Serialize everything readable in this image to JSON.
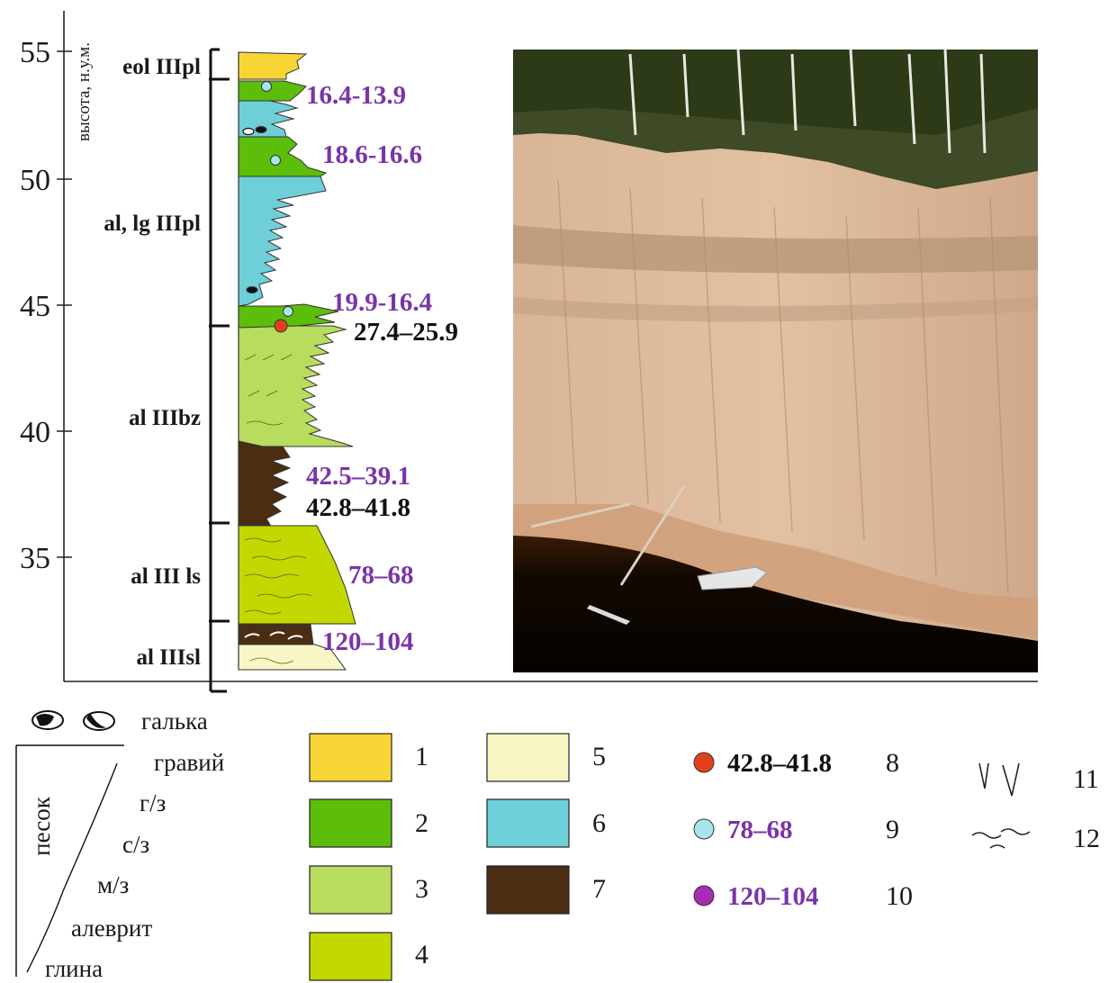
{
  "figure": {
    "y_axis": {
      "unit": "высота, н.у.м.",
      "ticks": [
        "55",
        "50",
        "45",
        "40",
        "35"
      ]
    },
    "units": [
      {
        "label": "eol IIIpl"
      },
      {
        "label": "al, lg IIIpl"
      },
      {
        "label": "al IIIbz"
      },
      {
        "label": "al III ls"
      },
      {
        "label": "al IIIsl"
      }
    ],
    "ages": [
      {
        "text": "16.4-13.9",
        "color": "purple"
      },
      {
        "text": "18.6-16.6",
        "color": "purple"
      },
      {
        "text": "19.9-16.4",
        "color": "purple"
      },
      {
        "text": "27.4–25.9",
        "color": "black"
      },
      {
        "text": "42.5–39.1",
        "color": "purple"
      },
      {
        "text": "42.8–41.8",
        "color": "black"
      },
      {
        "text": "78–68",
        "color": "purple"
      },
      {
        "text": "120–104",
        "color": "purple"
      }
    ],
    "grain_scale": {
      "top": "галька",
      "axis_label": "песок",
      "items": [
        "гравий",
        "г/з",
        "с/з",
        "м/з",
        "алеврит",
        "глина"
      ]
    },
    "legend": {
      "swatches": [
        {
          "num": "1",
          "color": "#f7d534"
        },
        {
          "num": "2",
          "color": "#5cbd0a"
        },
        {
          "num": "3",
          "color": "#b7dc5e"
        },
        {
          "num": "4",
          "color": "#c2d800"
        },
        {
          "num": "5",
          "color": "#f9f6c6"
        },
        {
          "num": "6",
          "color": "#6fcfd8"
        },
        {
          "num": "7",
          "color": "#4a2d12"
        }
      ],
      "markers": [
        {
          "num": "8",
          "label": "42.8–41.8",
          "color": "#e2401d"
        },
        {
          "num": "9",
          "label": "78–68",
          "color": "#a8e6ea"
        },
        {
          "num": "10",
          "label": "120–104",
          "color": "#a72bb3"
        }
      ],
      "symbols": [
        {
          "num": "11",
          "icon": "root-trace-icon"
        },
        {
          "num": "12",
          "icon": "wavy-lamination-icon"
        }
      ]
    },
    "colors": {
      "purple_age": "#7a34a8",
      "black_age": "#111111"
    }
  }
}
